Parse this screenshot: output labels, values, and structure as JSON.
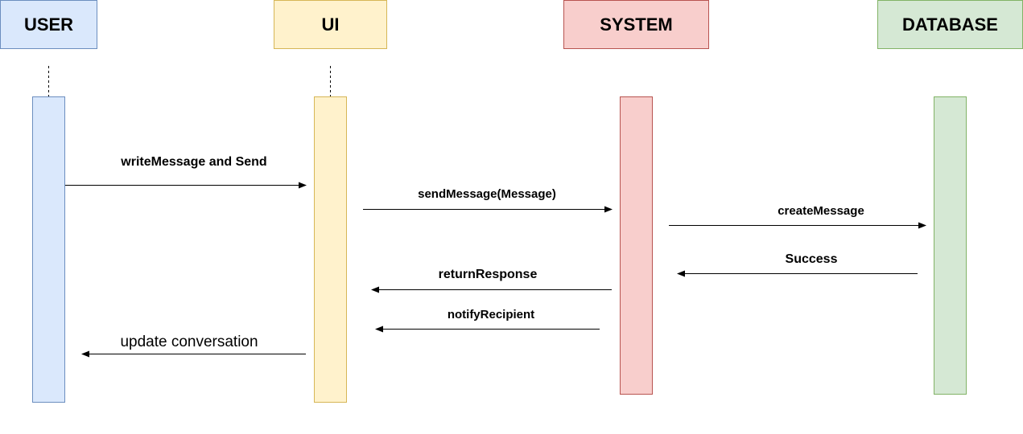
{
  "actors": [
    {
      "id": "user",
      "label": "USER",
      "fill": "#dae8fc",
      "stroke": "#6c8ebf"
    },
    {
      "id": "ui",
      "label": "UI",
      "fill": "#fff2cc",
      "stroke": "#d6b656"
    },
    {
      "id": "system",
      "label": "SYSTEM",
      "fill": "#f8cecc",
      "stroke": "#b85450"
    },
    {
      "id": "database",
      "label": "DATABASE",
      "fill": "#d5e8d4",
      "stroke": "#82b366"
    }
  ],
  "messages": [
    {
      "label": "writeMessage and Send",
      "from": "user",
      "to": "ui"
    },
    {
      "label": "sendMessage(Message)",
      "from": "ui",
      "to": "system"
    },
    {
      "label": "createMessage",
      "from": "system",
      "to": "database"
    },
    {
      "label": "Success",
      "from": "database",
      "to": "system"
    },
    {
      "label": "returnResponse",
      "from": "system",
      "to": "ui"
    },
    {
      "label": "notifyRecipient",
      "from": "system",
      "to": "ui"
    },
    {
      "label": "update conversation",
      "from": "ui",
      "to": "user"
    }
  ]
}
